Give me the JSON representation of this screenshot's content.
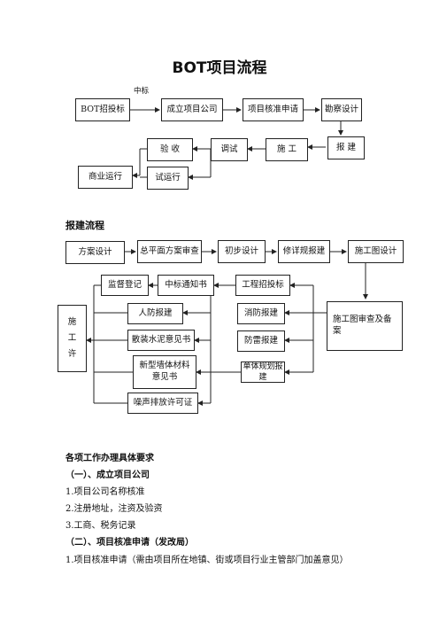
{
  "title": "BOT项目流程",
  "bot_flow": {
    "bid_label": "中标",
    "bot_bid": "BOT招投标",
    "setup_company": "成立项目公司",
    "approval_application": "项目核准申请",
    "survey_design": "勘察设计",
    "report_build": "报  建",
    "construction": "施  工",
    "debug": "调试",
    "acceptance": "验  收",
    "trial_run": "试运行",
    "commercial_operation": "商业运行"
  },
  "report_flow": {
    "heading": "报建流程",
    "scheme_design": "方案设计",
    "master_plan_review": "总平面方案审查",
    "preliminary_design": "初步设计",
    "detailed_plan_report": "修详规报建",
    "construction_drawing_design": "施工图设计",
    "construction_drawing_review": "施工图审查及备案",
    "construction_permit": "施工许",
    "supervision_registration": "监督登记",
    "bid_notice": "中标通知书",
    "engineering_bidding": "工程招投标",
    "civil_air_defense": "人防报建",
    "fire_report": "消防报建",
    "bulk_cement": "散装水泥意见书",
    "lightning_report": "防雷报建",
    "new_wall_material": "新型墙体材料意见书",
    "single_planning_report": "单体规划报建",
    "noise_permit": "噪声排放许可证"
  },
  "requirements": {
    "heading": "各项工作办理具体要求",
    "section1": "（一）、成立项目公司",
    "item1_1": "1.项目公司名称核准",
    "item1_2": "2.注册地址，注资及验资",
    "item1_3": "3.工商、税务记录",
    "section2": "（二）、项目核准申请（发改局）",
    "item2_1": "1.项目核准申请（需由项目所在地镇、街或项目行业主管部门加盖意见）"
  }
}
